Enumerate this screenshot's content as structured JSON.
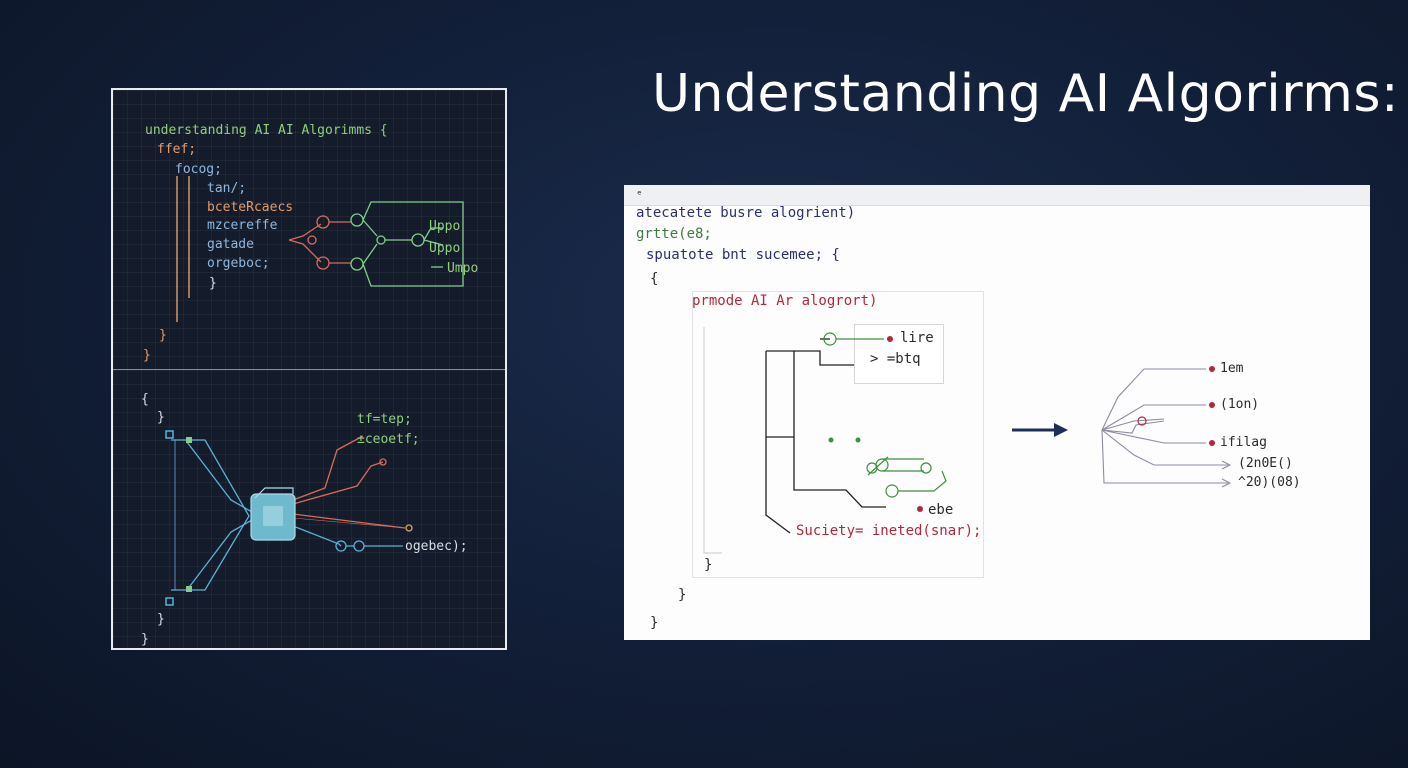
{
  "title": "Understanding AI Algorirms:",
  "left_panel": {
    "code_lines": [
      "understanding AI AI Algorimms {",
      "ffef;",
      "focog;",
      "tan/;",
      "bceteRcaecs",
      "mzcereffe",
      "gatade",
      "orgeboc;",
      "}",
      "}",
      "}"
    ],
    "upper_outputs": [
      "Uppo",
      "Uppo",
      "Umpo"
    ],
    "lower_open_brace": "{",
    "lower_close_braces": [
      "}",
      "}",
      "}"
    ],
    "lower_labels": [
      "tf=tep;",
      "±ceoetf;",
      "ogebec);"
    ]
  },
  "right_panel": {
    "corner_mark": "ᵉ",
    "code_lines": [
      "atecatete busre alogrient)",
      "grtte(e8;",
      "spuatote bnt sucemee; {",
      "{",
      "prmode AI Ar alogrort)"
    ],
    "box_labels": [
      "lire",
      "> =btq"
    ],
    "bottom_labels": [
      "ebe",
      "Suciety= ineted(snar);"
    ],
    "closing_braces": [
      "}",
      "}",
      "}"
    ],
    "outputs": [
      "1em",
      "(1on)",
      "ifilag",
      "(2n0E()",
      "^20)(08)"
    ],
    "colors": {
      "node_red": "#b0283a",
      "node_green": "#3f8f3f",
      "arrow": "#1f2d5c"
    }
  }
}
